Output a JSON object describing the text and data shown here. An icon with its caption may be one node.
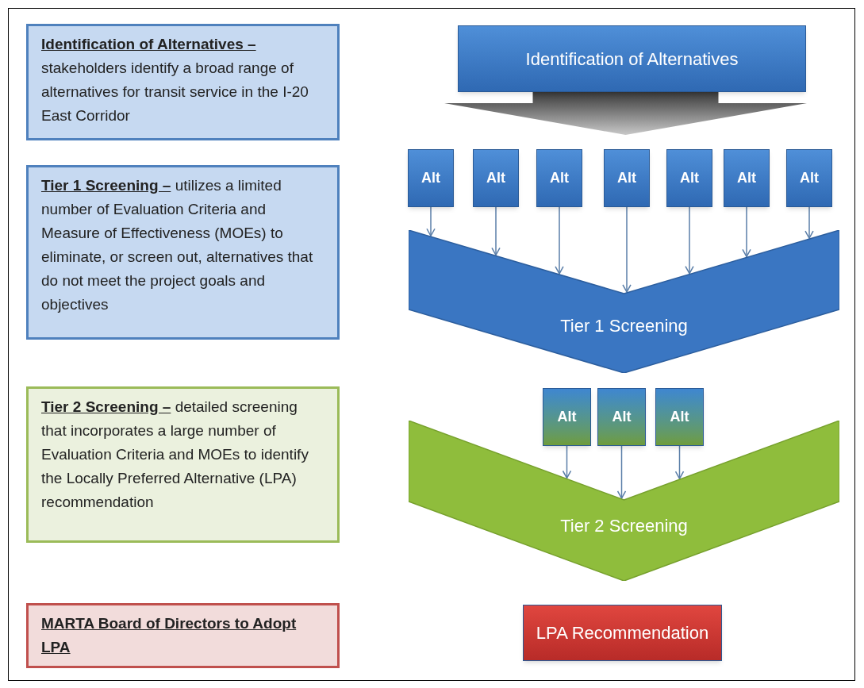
{
  "diagram": {
    "nodes": [
      {
        "text": [
          "Identification of Alternatives –",
          "stakeholders identify a broad range of alternatives for transit service in the I-20 East Corridor"
        ]
      },
      {
        "text": [
          "Tier 1 Screening –",
          "utilizes a limited number of Evaluation Criteria and Measure of Effectiveness (MOEs) to eliminate, or screen out, alternatives that do not meet the project goals and objectives"
        ]
      },
      {
        "text": [
          "Tier 2 Screening –",
          "detailed screening that incorporates a large number of Evaluation Criteria and MOEs to identify the Locally Preferred  Alternative (LPA) recommendation"
        ]
      },
      {
        "text": [
          "MARTA Board of Directors to Adopt LPA"
        ]
      },
      {
        "text": [
          "Identification of Alternatives"
        ]
      },
      {
        "text": [
          "Alt"
        ]
      },
      {
        "text": [
          "Alt"
        ]
      },
      {
        "text": [
          "Alt"
        ]
      },
      {
        "text": [
          "Alt"
        ]
      },
      {
        "text": [
          "Alt"
        ]
      },
      {
        "text": [
          "Alt"
        ]
      },
      {
        "text": [
          "Alt"
        ]
      },
      {
        "text": [
          "Tier 1 Screening"
        ]
      },
      {
        "text": [
          "Alt"
        ]
      },
      {
        "text": [
          "Alt"
        ]
      },
      {
        "text": [
          "Alt"
        ]
      },
      {
        "text": [
          "Tier 2 Screening"
        ]
      },
      {
        "text": [
          "LPA Recommendation"
        ]
      }
    ],
    "edges": [
      {
        "from": 5,
        "to": 12,
        "arrow": "to"
      },
      {
        "from": 6,
        "to": 12,
        "arrow": "to"
      },
      {
        "from": 7,
        "to": 12,
        "arrow": "to"
      },
      {
        "from": 8,
        "to": 12,
        "arrow": "to"
      },
      {
        "from": 9,
        "to": 12,
        "arrow": "to"
      },
      {
        "from": 10,
        "to": 12,
        "arrow": "to"
      },
      {
        "from": 11,
        "to": 12,
        "arrow": "to"
      },
      {
        "from": 13,
        "to": 16,
        "arrow": "to"
      },
      {
        "from": 14,
        "to": 16,
        "arrow": "to"
      },
      {
        "from": 15,
        "to": 16,
        "arrow": "to"
      },
      {
        "from": 4,
        "to": null,
        "arrow": "to",
        "style": "thick"
      }
    ]
  }
}
